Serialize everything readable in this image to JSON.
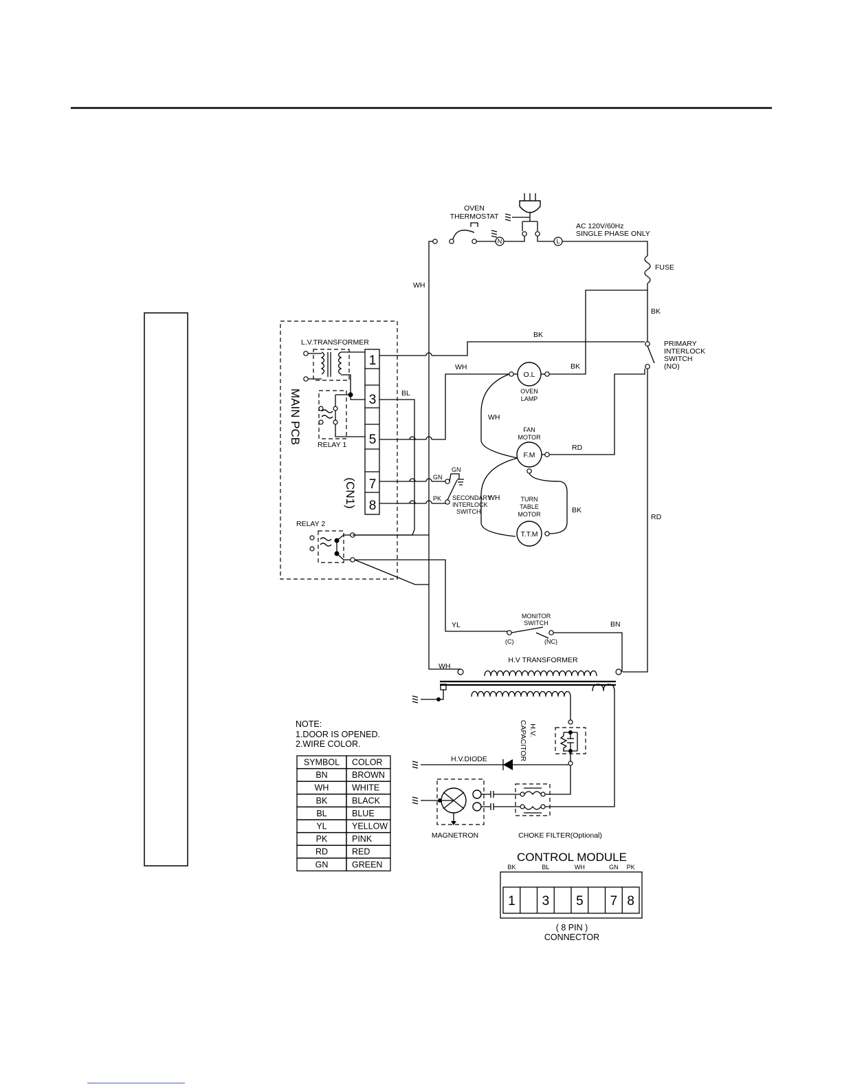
{
  "power": {
    "source": "AC 120V/60Hz",
    "phase": "SINGLE PHASE ONLY",
    "neutral_symbol": "N",
    "line_symbol": "L"
  },
  "labels": {
    "oven_thermostat": [
      "OVEN",
      "THERMOSTAT"
    ],
    "fuse": "FUSE",
    "primary_interlock": [
      "PRIMARY",
      "INTERLOCK",
      "SWITCH",
      "(NO)"
    ],
    "lv_transformer": "L.V.TRANSFORMER",
    "relay1": "RELAY 1",
    "relay2": "RELAY 2",
    "main_pcb": "MAIN PCB",
    "cn1": "(CN1)",
    "cn1_pins": [
      "1",
      "3",
      "5",
      "7",
      "8"
    ],
    "oven_lamp_symbol": "O.L",
    "oven_lamp": [
      "OVEN",
      "LAMP"
    ],
    "fan_motor": [
      "FAN",
      "MOTOR"
    ],
    "fan_motor_symbol": "F.M",
    "turntable_motor": [
      "TURN",
      "TABLE",
      "MOTOR"
    ],
    "turntable_symbol": "T.T.M",
    "secondary_interlock": [
      "SECONDARY",
      "INTERLOCK",
      "SWITCH"
    ],
    "monitor_switch": [
      "MONITOR",
      "SWITCH"
    ],
    "monitor_c": "(C)",
    "monitor_nc": "(NC)",
    "hv_transformer": "H.V TRANSFORMER",
    "hv_capacitor": [
      "H.V.",
      "CAPACITOR"
    ],
    "hv_diode": "H.V.DIODE",
    "magnetron": "MAGNETRON",
    "choke_filter": "CHOKE FILTER(Optional)"
  },
  "wires": {
    "wh": "WH",
    "bk": "BK",
    "bl": "BL",
    "rd": "RD",
    "gn": "GN",
    "pk": "PK",
    "yl": "YL",
    "bn": "BN"
  },
  "note": {
    "title": "NOTE:",
    "items": [
      "1.DOOR IS OPENED.",
      "2.WIRE COLOR."
    ],
    "table_headers": [
      "SYMBOL",
      "COLOR"
    ],
    "table_rows": [
      [
        "BN",
        "BROWN"
      ],
      [
        "WH",
        "WHITE"
      ],
      [
        "BK",
        "BLACK"
      ],
      [
        "BL",
        "BLUE"
      ],
      [
        "YL",
        "YELLOW"
      ],
      [
        "PK",
        "PINK"
      ],
      [
        "RD",
        "RED"
      ],
      [
        "GN",
        "GREEN"
      ]
    ]
  },
  "control_module": {
    "title": "CONTROL MODULE",
    "wire_labels": [
      "BK",
      "BL",
      "WH",
      "GN",
      "PK"
    ],
    "pins": [
      "1",
      "",
      "3",
      "",
      "5",
      "",
      "7",
      "8"
    ],
    "caption": [
      "( 8 PIN )",
      "CONNECTOR"
    ]
  }
}
